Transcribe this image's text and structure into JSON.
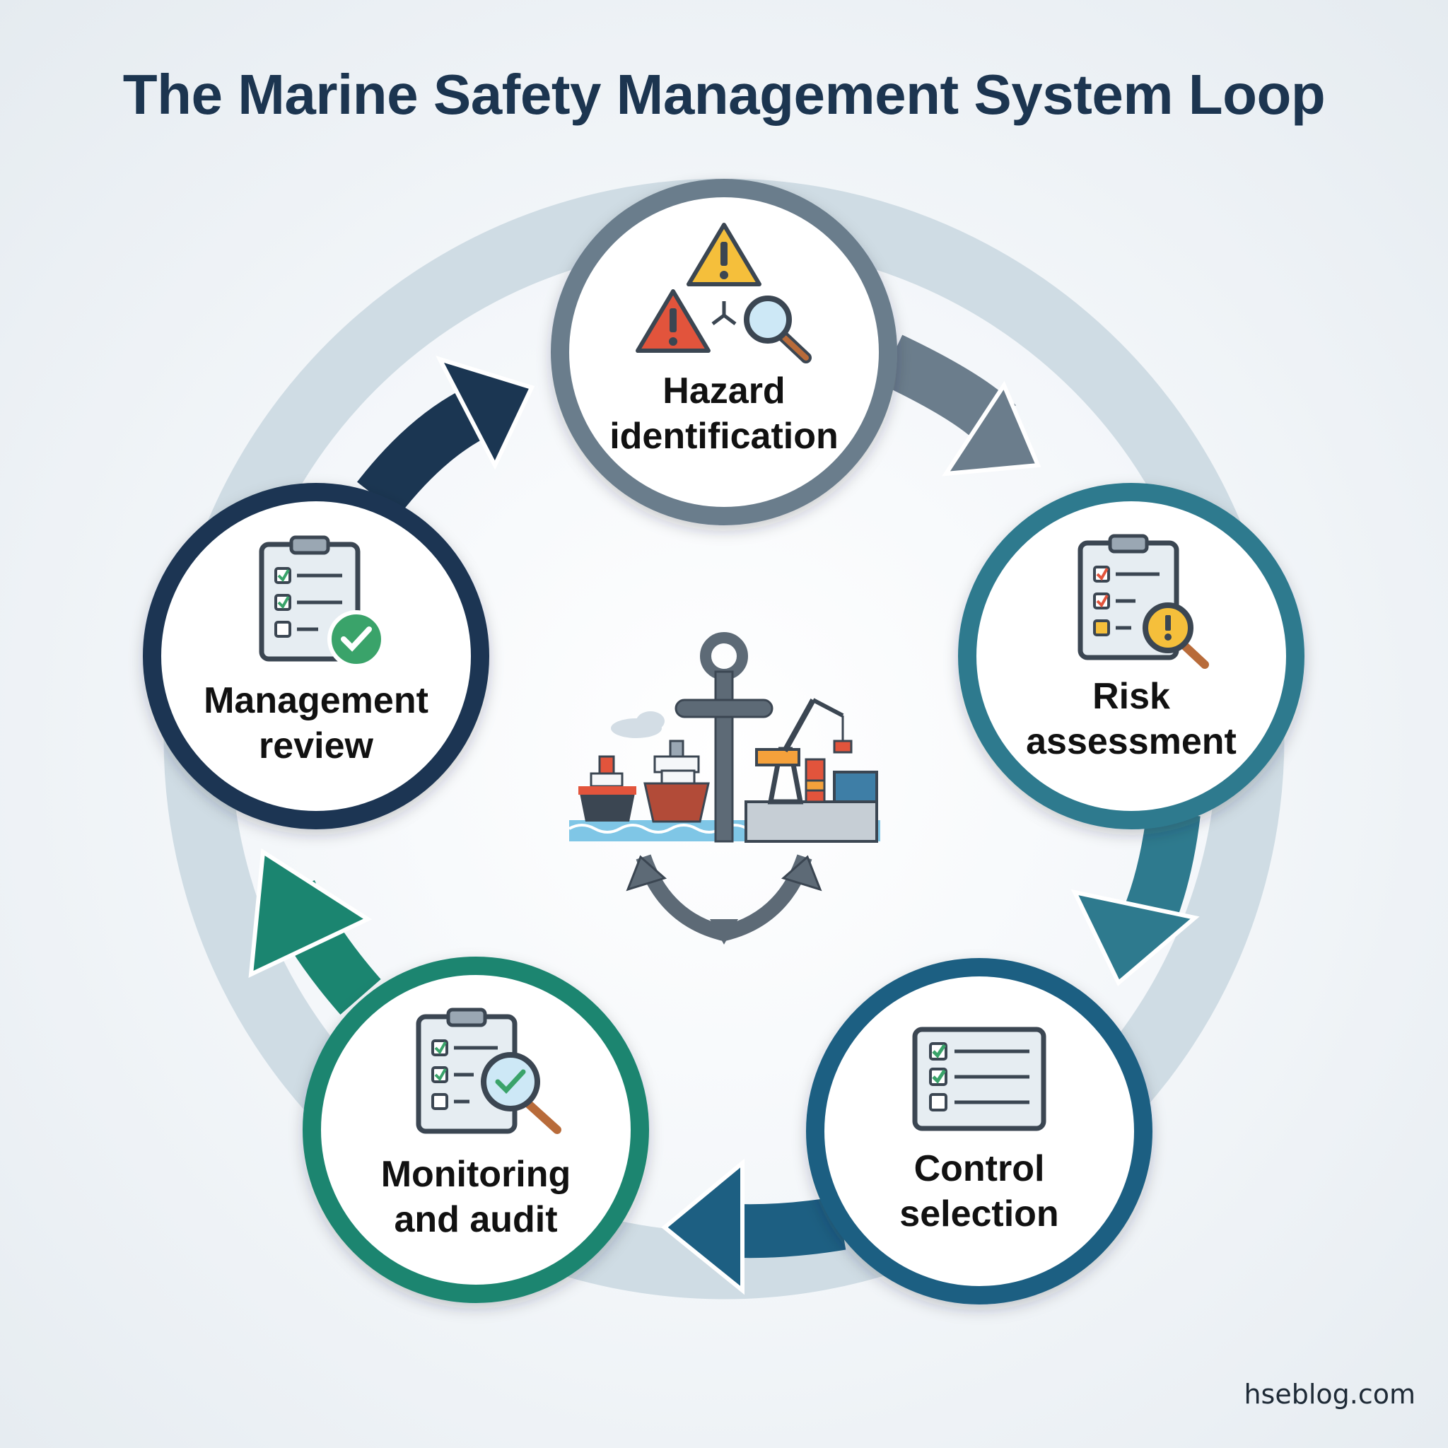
{
  "title": "The Marine Safety Management System Loop",
  "steps": [
    {
      "label_line1": "Hazard",
      "label_line2": "identification",
      "icon": "hazard-warning-magnifier-icon",
      "color": "#6b7d8c"
    },
    {
      "label_line1": "Risk",
      "label_line2": "assessment",
      "icon": "clipboard-risk-magnifier-icon",
      "color": "#2e7a8e"
    },
    {
      "label_line1": "Control",
      "label_line2": "selection",
      "icon": "checklist-icon",
      "color": "#1d5f82"
    },
    {
      "label_line1": "Monitoring",
      "label_line2": "and audit",
      "icon": "clipboard-check-magnifier-icon",
      "color": "#1b8570"
    },
    {
      "label_line1": "Management",
      "label_line2": "review",
      "icon": "clipboard-approved-icon",
      "color": "#1b3652"
    }
  ],
  "center_icon": "anchor-port-ships-icon",
  "footer": {
    "credit": "hseblog.com"
  },
  "colors": {
    "title": "#1c3550",
    "ring": "#cfdce4",
    "warning_yellow": "#f5bf3b",
    "warning_red": "#e2543c",
    "check_green": "#3aa36a"
  }
}
